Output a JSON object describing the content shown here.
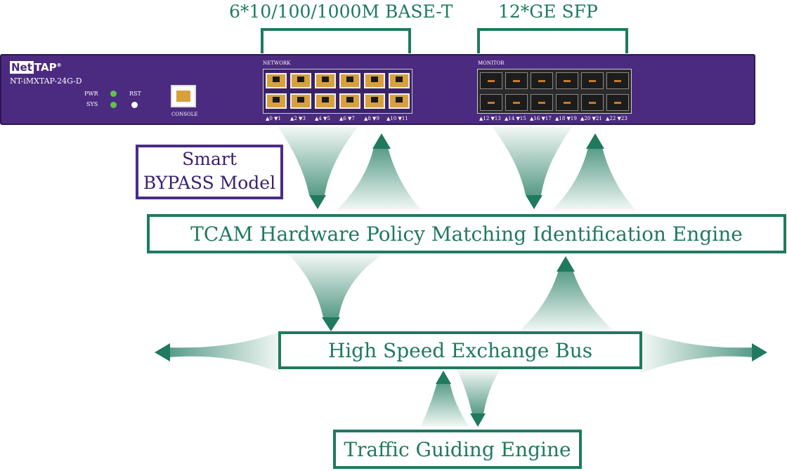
{
  "top_labels": {
    "network_ports": "6*10/100/1000M BASE-T",
    "monitor_ports": "12*GE SFP"
  },
  "device": {
    "brand_net": "Net",
    "brand_tap": "TAP",
    "registered": "®",
    "model": "NT-iMXTAP-24G-D",
    "led_pwr": "PWR",
    "led_sys": "SYS",
    "btn_rst": "RST",
    "console": "CONSOLE",
    "network_label": "NETWORK",
    "monitor_label": "MONITOR",
    "network_port_numbers": [
      "▲0 ▼1",
      "▲2 ▼3",
      "▲4 ▼5",
      "▲6 ▼7",
      "▲8 ▼9",
      "▲10 ▼11"
    ],
    "monitor_port_numbers": [
      "▲12 ▼13",
      "▲14 ▼15",
      "▲16 ▼17",
      "▲18 ▼19",
      "▲20 ▼21",
      "▲22 ▼23"
    ]
  },
  "bypass": {
    "line1": "Smart",
    "line2": "BYPASS Model"
  },
  "boxes": {
    "tcam": "TCAM Hardware Policy Matching Identification Engine",
    "bus": "High Speed Exchange Bus",
    "traffic": "Traffic Guiding Engine"
  },
  "colors": {
    "accent": "#1f7a5e",
    "device": "#4b2b80",
    "bypass_border": "#4b2c85"
  }
}
